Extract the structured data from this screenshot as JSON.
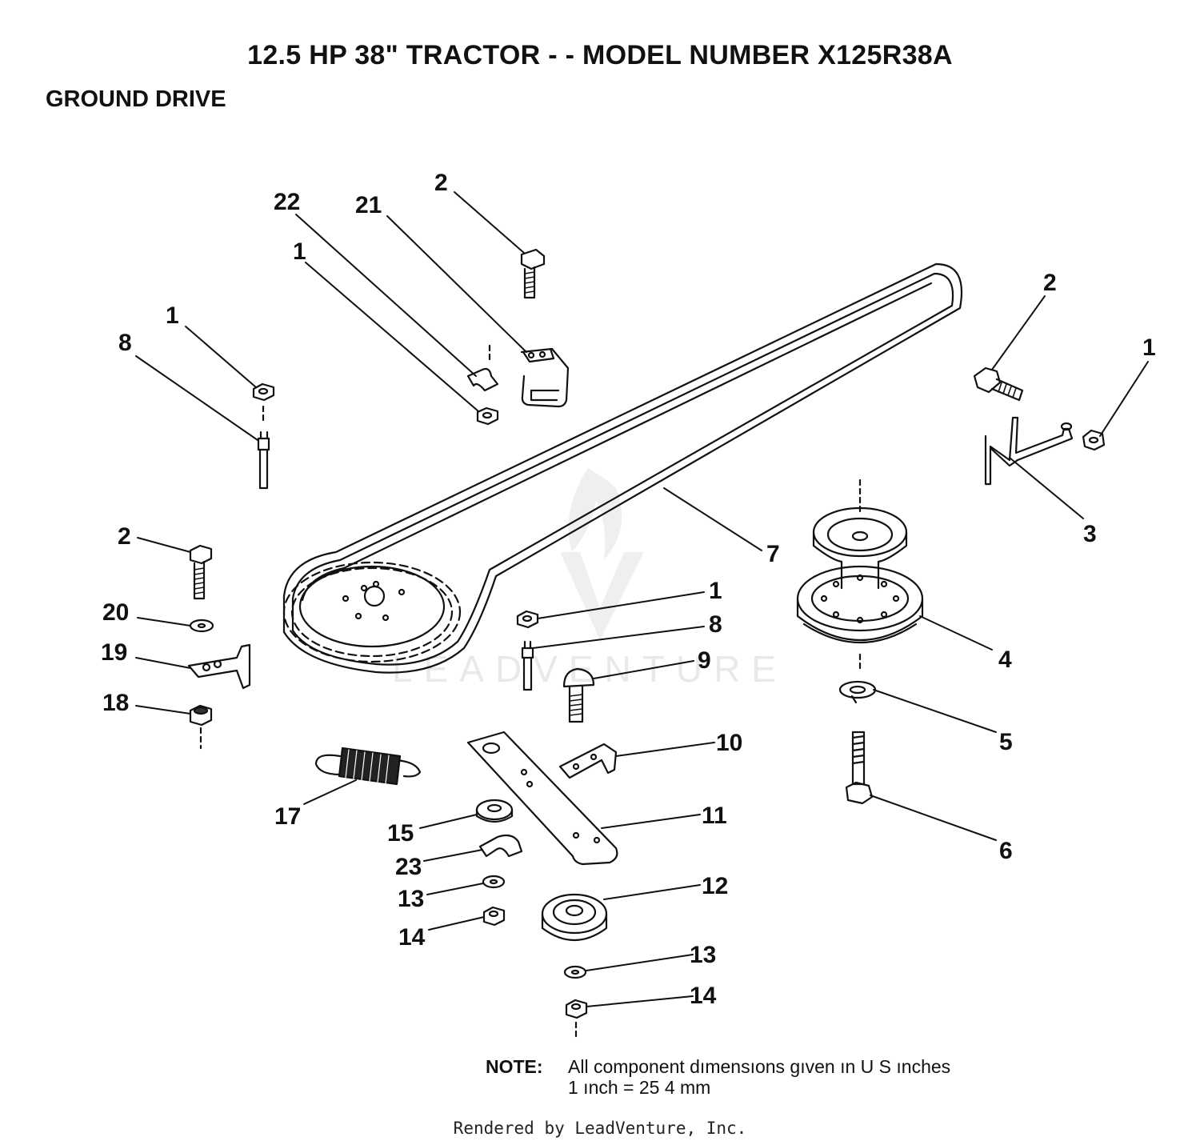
{
  "title": "12.5 HP 38\" TRACTOR - - MODEL NUMBER X125R38A",
  "subtitle": "GROUND DRIVE",
  "note": {
    "label": "NOTE:",
    "line1": "All component dımensıons gıven ın U S  ınches",
    "line2": "1 ınch = 25 4 mm"
  },
  "credit": "Rendered by LeadVenture, Inc.",
  "watermark": "LEADVENTURE",
  "callouts": [
    "1",
    "2",
    "3",
    "4",
    "5",
    "6",
    "7",
    "8",
    "9",
    "10",
    "11",
    "12",
    "13",
    "14",
    "15",
    "17",
    "18",
    "19",
    "20",
    "21",
    "22",
    "23"
  ]
}
